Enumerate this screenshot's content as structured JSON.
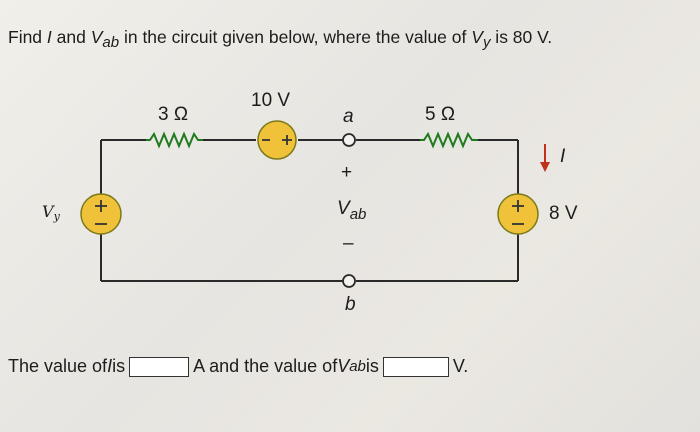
{
  "question": {
    "prefix": "Find ",
    "var_i": "I",
    "and": " and ",
    "v": "V",
    "v_sub": "ab",
    "middle": " in the circuit given below, where the value of ",
    "vy": "V",
    "vy_sub": "y",
    "suffix": " is 80 V."
  },
  "circuit": {
    "r1_label": "3 Ω",
    "r2_label": "5 Ω",
    "v10_label": "10 V",
    "v8_label": "8 V",
    "source_left_label": "V",
    "source_left_sub": "y",
    "node_a": "a",
    "node_b": "b",
    "plus_sign": "+",
    "minus_sign": "–",
    "vab": "V",
    "vab_sub": "ab",
    "current": "I"
  },
  "answer": {
    "prefix": "The value of ",
    "var_i": "I",
    "is": " is",
    "unit_a": "A and the value of ",
    "v": "V",
    "v_sub": "ab",
    "is2": " is",
    "unit_v": "V."
  },
  "colors": {
    "wire": "#2a2a2a",
    "resistor": "#1f7a1f",
    "source": "#f0c23a",
    "source_stroke": "#7a7a1a",
    "arrow": "#c0301a"
  }
}
